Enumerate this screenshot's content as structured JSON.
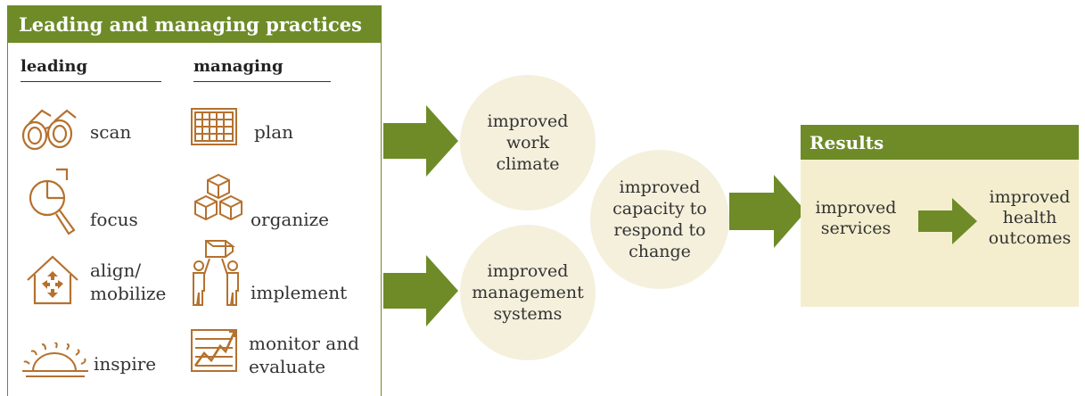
{
  "practices": {
    "title": "Leading and managing practices",
    "leading": {
      "heading": "leading",
      "items": [
        {
          "label": "scan",
          "icon": "binoculars-icon"
        },
        {
          "label": "focus",
          "icon": "magnifier-icon"
        },
        {
          "label": "align/ mobilize",
          "icon": "house-arrows-icon"
        },
        {
          "label": "inspire",
          "icon": "sunrise-icon"
        }
      ]
    },
    "managing": {
      "heading": "managing",
      "items": [
        {
          "label": "plan",
          "icon": "calendar-grid-icon"
        },
        {
          "label": "organize",
          "icon": "stacked-boxes-icon"
        },
        {
          "label": "implement",
          "icon": "people-carrying-icon"
        },
        {
          "label": "monitor and evaluate",
          "icon": "trend-chart-icon"
        }
      ]
    }
  },
  "outcomes": {
    "work_climate": "improved work climate",
    "management_systems": "improved management systems",
    "capacity": "improved capacity to respond to change"
  },
  "results": {
    "title": "Results",
    "services": "improved services",
    "health": "improved health outcomes"
  },
  "colors": {
    "accent": "#6e8b28",
    "icon": "#b5712e",
    "circle": "#f5f0dc",
    "results_bg": "#f4eece"
  }
}
